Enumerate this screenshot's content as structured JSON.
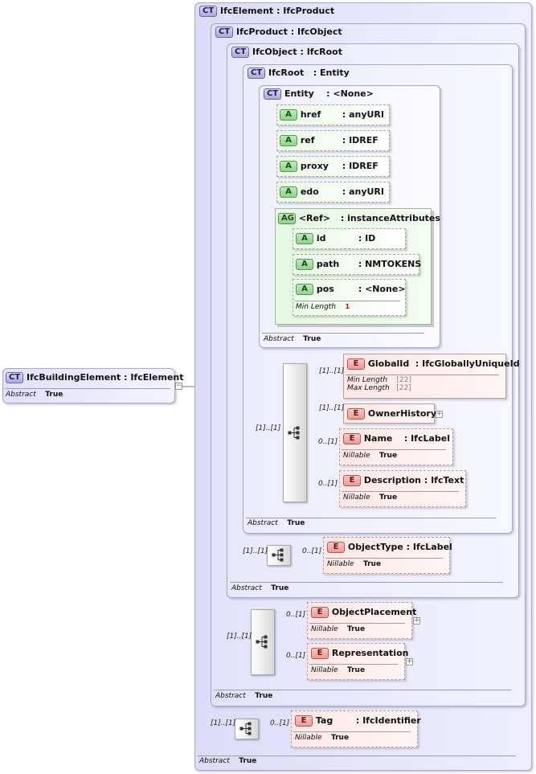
{
  "types": {
    "ifc_element": {
      "name": "IfcElement",
      "base": "IfcProduct"
    },
    "ifc_product": {
      "name": "IfcProduct",
      "base": "IfcObject"
    },
    "ifc_object": {
      "name": "IfcObject",
      "base": "IfcRoot"
    },
    "ifc_root": {
      "name": "IfcRoot",
      "base": "Entity"
    },
    "entity": {
      "name": "Entity",
      "base": "<None>"
    },
    "ifc_building_element": {
      "name": "IfcBuildingElement",
      "base": "IfcElement"
    }
  },
  "badges": {
    "complex_type": "CT",
    "attribute": "A",
    "element": "E",
    "attribute_group": "AG"
  },
  "colors": {
    "complex_type_fill": "#dcdcf8",
    "attribute_fill": "#eaf9e6",
    "element_fill": "#fde7e4",
    "line": "#7a7a7a"
  },
  "labels": {
    "abstract": "Abstract",
    "true": "True",
    "nillable": "Nillable",
    "min_length": "Min Length",
    "max_length": "Max Length"
  },
  "attributes": {
    "href": {
      "name": "href",
      "type": ": anyURI"
    },
    "ref": {
      "name": "ref",
      "type": ": IDREF"
    },
    "proxy": {
      "name": "proxy",
      "type": ": IDREF"
    },
    "edo": {
      "name": "edo",
      "type": ": anyURI"
    }
  },
  "attribute_group": {
    "name": "<Ref>",
    "type": ": instanceAttributes",
    "items": [
      {
        "name": "id",
        "type": ": ID"
      },
      {
        "name": "path",
        "type": ": NMTOKENS"
      },
      {
        "name": "pos",
        "type": ": <None>",
        "min_length": "1"
      }
    ]
  },
  "elements": {
    "global_id": {
      "name": "GlobalId",
      "type": ": IfcGloballyUniqueId",
      "min_length": "[22]",
      "max_length": "[22]",
      "card": "[1]..[1]"
    },
    "owner_history": {
      "name": "OwnerHistory",
      "card": "[1]..[1]"
    },
    "name": {
      "name": "Name",
      "type": ": IfcLabel",
      "card": "0..[1]"
    },
    "description": {
      "name": "Description",
      "type": ": IfcText",
      "card": "0..[1]"
    },
    "object_type": {
      "name": "ObjectType",
      "type": ": IfcLabel",
      "card": "0..[1]"
    },
    "object_placement": {
      "name": "ObjectPlacement",
      "card": "0..[1]"
    },
    "representation": {
      "name": "Representation",
      "card": "0..[1]"
    },
    "tag": {
      "name": "Tag",
      "type": ": IfcIdentifier",
      "card": "0..[1]"
    }
  },
  "sequences": {
    "root_seq": "[1]..[1]",
    "object_seq": "[1]..[1]",
    "product_seq": "[1]..[1]",
    "element_seq": "[1]..[1]"
  },
  "expand_symbols": {
    "plus": "+",
    "minus": "−"
  }
}
